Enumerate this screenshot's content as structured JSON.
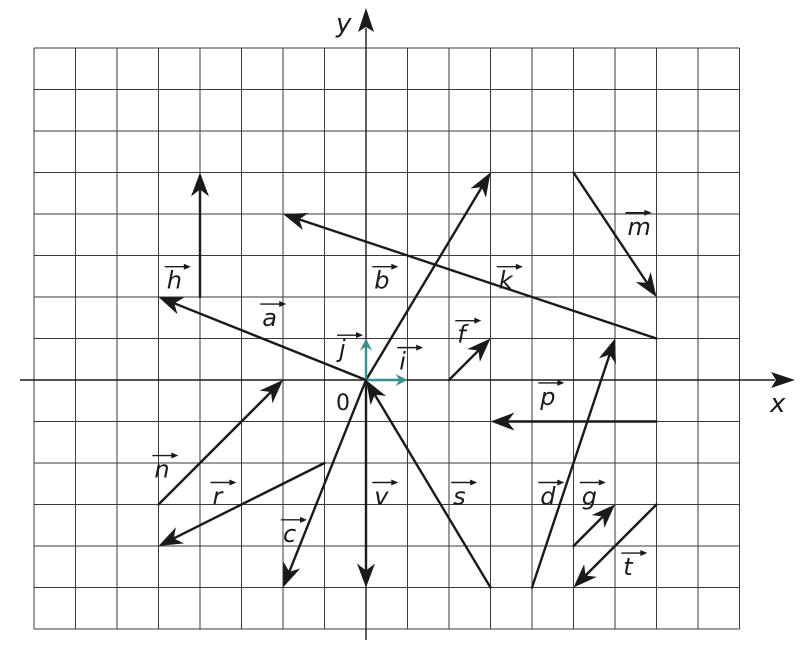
{
  "axes": {
    "x_label": "x",
    "y_label": "y",
    "origin_label": "0"
  },
  "grid": {
    "x_min": -8,
    "x_max": 9,
    "y_min": -6,
    "y_max": 8
  },
  "vectors": [
    {
      "id": "a",
      "label": "a",
      "from": [
        0,
        0
      ],
      "to": [
        -5,
        2
      ],
      "style": "dark"
    },
    {
      "id": "b",
      "label": "b",
      "from": [
        0,
        0
      ],
      "to": [
        3,
        5
      ],
      "style": "dark"
    },
    {
      "id": "c",
      "label": "c",
      "from": [
        0,
        0
      ],
      "to": [
        -2,
        -5
      ],
      "style": "dark"
    },
    {
      "id": "d",
      "label": "d",
      "from": [
        4,
        -5
      ],
      "to": [
        6,
        1
      ],
      "style": "dark"
    },
    {
      "id": "f",
      "label": "f",
      "from": [
        2,
        0
      ],
      "to": [
        3,
        1
      ],
      "style": "dark"
    },
    {
      "id": "g",
      "label": "g",
      "from": [
        5,
        -4
      ],
      "to": [
        6,
        -3
      ],
      "style": "dark"
    },
    {
      "id": "h",
      "label": "h",
      "from": [
        -4,
        2
      ],
      "to": [
        -4,
        5
      ],
      "style": "dark"
    },
    {
      "id": "i",
      "label": "i",
      "from": [
        0,
        0
      ],
      "to": [
        1,
        0
      ],
      "style": "teal"
    },
    {
      "id": "j",
      "label": "j",
      "from": [
        0,
        0
      ],
      "to": [
        0,
        1
      ],
      "style": "teal"
    },
    {
      "id": "k",
      "label": "k",
      "from": [
        7,
        1
      ],
      "to": [
        -2,
        4
      ],
      "style": "dark"
    },
    {
      "id": "m",
      "label": "m",
      "from": [
        5,
        5
      ],
      "to": [
        7,
        2
      ],
      "style": "dark"
    },
    {
      "id": "n",
      "label": "n",
      "from": [
        -5,
        -3
      ],
      "to": [
        -2,
        0
      ],
      "style": "dark"
    },
    {
      "id": "p",
      "label": "p",
      "from": [
        7,
        -1
      ],
      "to": [
        3,
        -1
      ],
      "style": "dark"
    },
    {
      "id": "r",
      "label": "r",
      "from": [
        -1,
        -2
      ],
      "to": [
        -5,
        -4
      ],
      "style": "dark"
    },
    {
      "id": "s",
      "label": "s",
      "from": [
        3,
        -5
      ],
      "to": [
        0,
        0
      ],
      "style": "dark"
    },
    {
      "id": "t",
      "label": "t",
      "from": [
        7,
        -3
      ],
      "to": [
        5,
        -5
      ],
      "style": "dark"
    },
    {
      "id": "v",
      "label": "v",
      "from": [
        0,
        0
      ],
      "to": [
        0,
        -5
      ],
      "style": "dark"
    }
  ]
}
